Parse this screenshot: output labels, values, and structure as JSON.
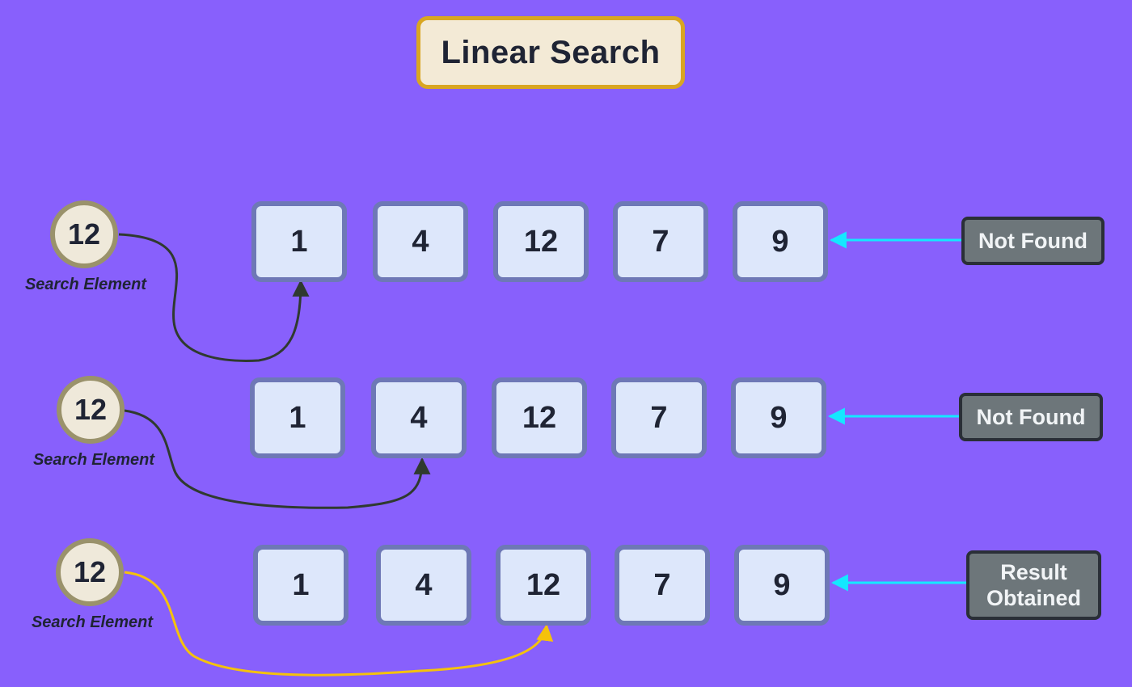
{
  "title": "Linear Search",
  "colors": {
    "background": "#8860fc",
    "title_fill": "#f3ead6",
    "title_border": "#d9a621",
    "cell_fill": "#dde7fb",
    "cell_border": "#6e78b6",
    "circle_fill": "#efe9da",
    "circle_border": "#9a926b",
    "status_fill": "#6d767a",
    "status_border": "#2a2f37",
    "pointer_arrow": "#2f3a2f",
    "found_arrow": "#f5c20b",
    "status_arrow": "#14e8ff"
  },
  "rows": [
    {
      "search_value": "12",
      "search_label": "Search Element",
      "array": [
        "1",
        "4",
        "12",
        "7",
        "9"
      ],
      "checked_index": 0,
      "status": "Not Found",
      "arrow_color": "pointer"
    },
    {
      "search_value": "12",
      "search_label": "Search Element",
      "array": [
        "1",
        "4",
        "12",
        "7",
        "9"
      ],
      "checked_index": 1,
      "status": "Not Found",
      "arrow_color": "pointer"
    },
    {
      "search_value": "12",
      "search_label": "Search Element",
      "array": [
        "1",
        "4",
        "12",
        "7",
        "9"
      ],
      "checked_index": 2,
      "status": "Result Obtained",
      "arrow_color": "found"
    }
  ]
}
